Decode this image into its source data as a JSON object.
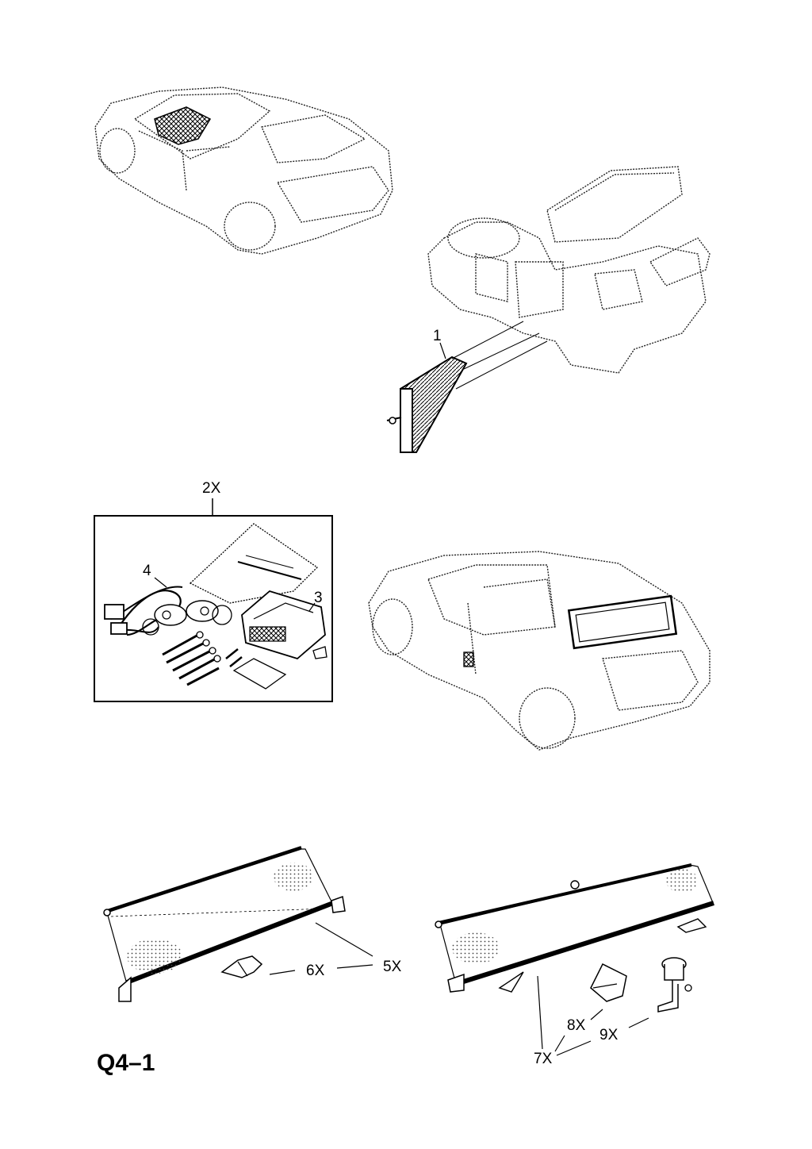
{
  "diagram": {
    "page_code": "Q4–1",
    "callouts": [
      {
        "id": "c1",
        "text": "1"
      },
      {
        "id": "c2x",
        "text": "2X"
      },
      {
        "id": "c3",
        "text": "3"
      },
      {
        "id": "c4",
        "text": "4"
      },
      {
        "id": "c5x",
        "text": "5X"
      },
      {
        "id": "c6x",
        "text": "6X"
      },
      {
        "id": "c7x",
        "text": "7X"
      },
      {
        "id": "c8x",
        "text": "8X"
      },
      {
        "id": "c9x",
        "text": "9X"
      }
    ]
  }
}
